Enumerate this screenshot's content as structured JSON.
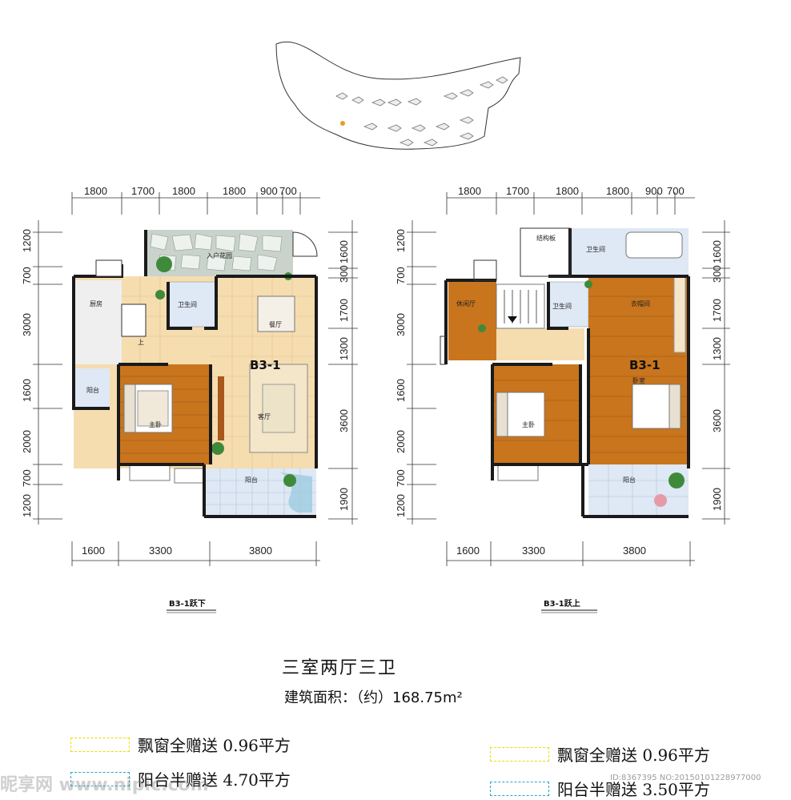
{
  "site_plan": {
    "label": "site-plan"
  },
  "plans": [
    {
      "id": "lower",
      "caption": "B3-1跃下",
      "unit_label": "B3-1",
      "top_dims": [
        "1800",
        "1700",
        "1800",
        "1800",
        "900",
        "700"
      ],
      "bottom_dims": [
        "1600",
        "3300",
        "3800"
      ],
      "left_dims": [
        "1200",
        "700",
        "3000",
        "1600",
        "2000",
        "700",
        "1200"
      ],
      "right_dims": [
        "1600",
        "300",
        "1700",
        "1300",
        "3600",
        "1900"
      ],
      "rooms": {
        "garden": "入户花园",
        "kitchen": "厨房",
        "bath": "卫生间",
        "dining": "餐厅",
        "living": "客厅",
        "master": "主卧",
        "balcony_small": "阳台",
        "balcony": "阳台",
        "stairs_up": "上"
      }
    },
    {
      "id": "upper",
      "caption": "B3-1跃上",
      "unit_label": "B3-1",
      "top_dims": [
        "1800",
        "1700",
        "1800",
        "1800",
        "900",
        "700"
      ],
      "bottom_dims": [
        "1600",
        "3300",
        "3800"
      ],
      "left_dims": [
        "1200",
        "700",
        "3000",
        "1600",
        "2000",
        "700",
        "1200"
      ],
      "right_dims": [
        "1600",
        "300",
        "1700",
        "1300",
        "3600",
        "1900"
      ],
      "rooms": {
        "struct": "结构板",
        "bath_top": "卫生间",
        "bath": "卫生间",
        "study": "休闲厅",
        "closet": "衣帽间",
        "bedroom": "卧室",
        "master": "主卧",
        "balcony": "阳台"
      }
    }
  ],
  "summary": {
    "title": "三室两厅三卫",
    "area": "建筑面积：（约）168.75m²"
  },
  "legend_left": [
    {
      "color": "yellow",
      "text": "飘窗全赠送 0.96平方"
    },
    {
      "color": "blue",
      "text": "阳台半赠送 4.70平方"
    }
  ],
  "legend_right": [
    {
      "color": "yellow",
      "text": "飘窗全赠送 0.96平方"
    },
    {
      "color": "blue",
      "text": "阳台半赠送 3.50平方"
    }
  ],
  "watermark_left": "昵享网 www.nipic.com",
  "watermark_right": "ID:8367395 NO:20150101228977000",
  "colors": {
    "floor_tile": "#f5ddb0",
    "wood": "#c8751e",
    "wall": "#1a1a1a",
    "tile_blue": "#dfe8f5"
  }
}
